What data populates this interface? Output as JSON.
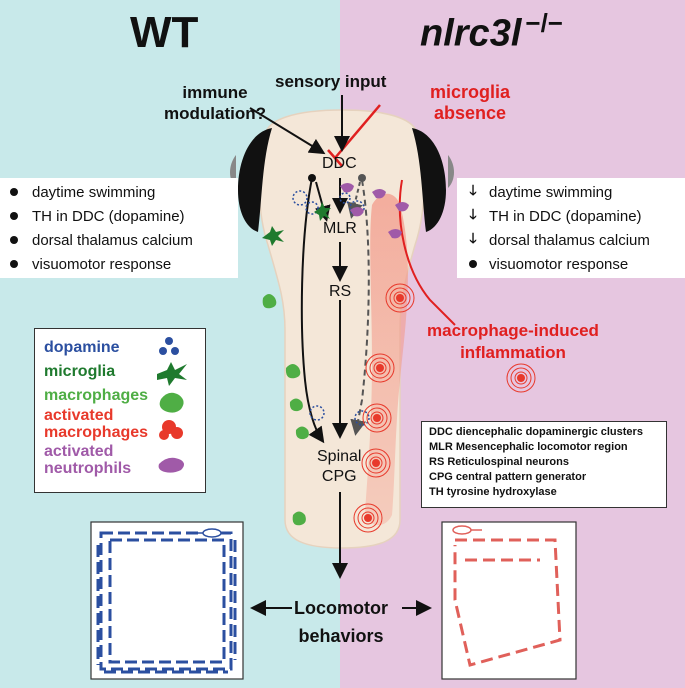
{
  "titles": {
    "left": "WT",
    "right": "nlrc3l",
    "right_superscript": "−/−"
  },
  "top_labels": {
    "immune_line1": "immune",
    "immune_line2": "modulation?",
    "sensory": "sensory input",
    "microglia_line1": "microglia",
    "microglia_line2": "absence"
  },
  "brain_labels": {
    "ddc": "DDC",
    "mlr": "MLR",
    "rs": "RS",
    "spinal": "Spinal",
    "cpg": "CPG"
  },
  "wt_list": [
    "daytime swimming",
    "TH in DDC (dopamine)",
    "dorsal thalamus calcium",
    "visuomotor response"
  ],
  "mutant_list": [
    {
      "marker": "down",
      "text": "daytime swimming"
    },
    {
      "marker": "down",
      "text": "TH in DDC (dopamine)"
    },
    {
      "marker": "down",
      "text": "dorsal thalamus calcium"
    },
    {
      "marker": "dot",
      "text": "visuomotor response"
    }
  ],
  "inflammation": {
    "line1": "macrophage-induced",
    "line2": "inflammation"
  },
  "legend": [
    {
      "label": "dopamine",
      "color": "#2b4fa0",
      "icon": "dopamine-dots-icon"
    },
    {
      "label": "microglia",
      "color": "#1f7a2e",
      "icon": "microglia-icon"
    },
    {
      "label": "macrophages",
      "color": "#4fae45",
      "icon": "macrophage-icon"
    },
    {
      "label": "activated",
      "label2": "macrophages",
      "color": "#e8392b",
      "icon": "activated-macrophage-icon"
    },
    {
      "label": "activated",
      "label2": "neutrophils",
      "color": "#a05aa8",
      "icon": "activated-neutrophil-icon"
    }
  ],
  "abbreviations": [
    "DDC diencephalic dopaminergic clusters",
    "MLR Mesencephalic locomotor region",
    "RS Reticulospinal neurons",
    "CPG central pattern generator",
    "TH tyrosine hydroxylase"
  ],
  "bottom": {
    "line1": "Locomotor",
    "line2": "behaviors"
  },
  "colors": {
    "wt_bg": "#c8e9ea",
    "mutant_bg": "#e6c6e0",
    "wt_path": "#2b4fa0",
    "mutant_path": "#e0605a",
    "inflammation": "#e02020"
  }
}
